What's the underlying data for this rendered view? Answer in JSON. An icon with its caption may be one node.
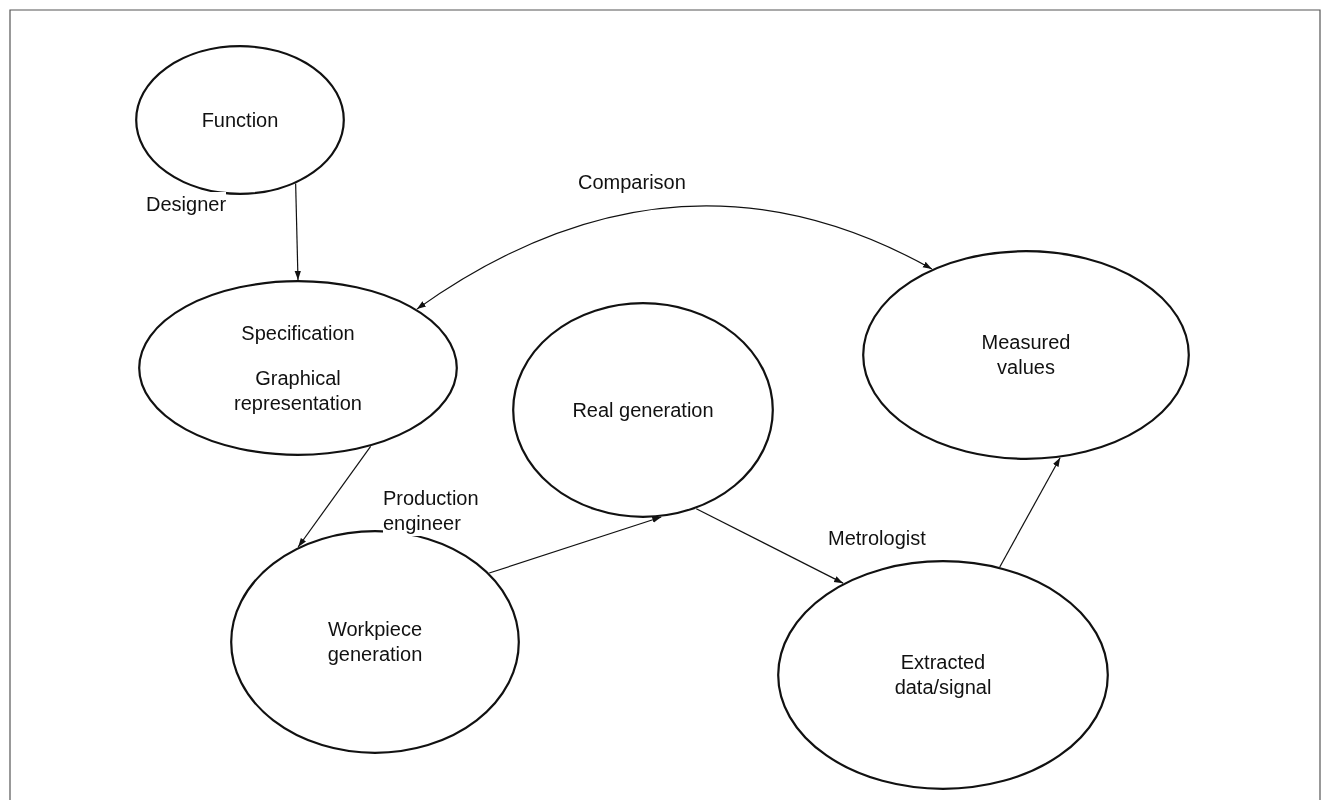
{
  "diagram": {
    "nodes": [
      {
        "text": [
          "Function"
        ]
      },
      {
        "text": [
          "Specification",
          "Graphical representation"
        ]
      },
      {
        "text": [
          "Real generation"
        ]
      },
      {
        "text": [
          "Measured values"
        ]
      },
      {
        "text": [
          "Workpiece generation"
        ]
      },
      {
        "text": [
          "Extracted data/signal"
        ]
      }
    ],
    "edges": [
      {
        "from": 0,
        "to": 1,
        "arrow": "to",
        "label": "Designer"
      },
      {
        "from": 1,
        "to": 4,
        "arrow": "to",
        "label": "Production engineer"
      },
      {
        "from": 4,
        "to": 2,
        "arrow": "to"
      },
      {
        "from": 2,
        "to": 5,
        "arrow": "to",
        "label": "Metrologist"
      },
      {
        "from": 5,
        "to": 3,
        "arrow": "to"
      },
      {
        "from": 1,
        "to": 3,
        "arrow": "both",
        "label": "Comparison"
      }
    ]
  }
}
